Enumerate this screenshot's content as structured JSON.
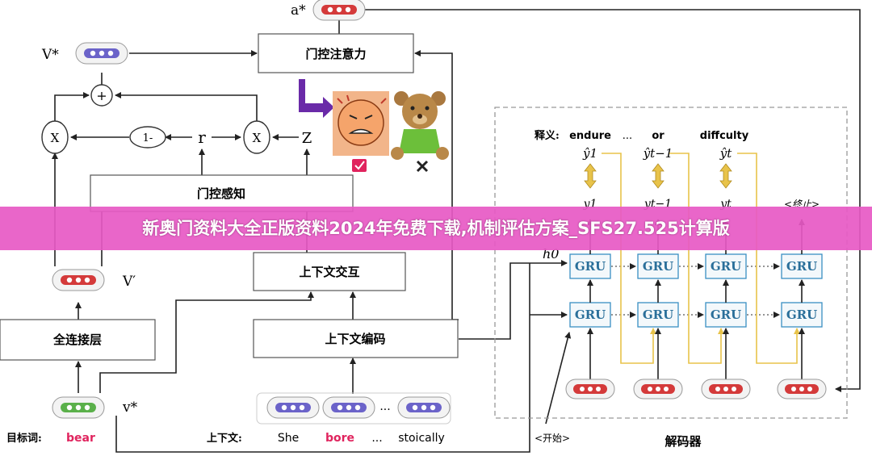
{
  "banner": "新奥门资料大全正版资料2024年免费下载,机制评估方案_SFS27.525计算版",
  "labels": {
    "a_star": "a*",
    "v_star_top": "V*",
    "v_prime": "V′",
    "v_star_bottom": "v*",
    "r": "r",
    "z": "Z",
    "one_minus": "1-",
    "x": "X",
    "plus": "+",
    "h0": "h0"
  },
  "boxes": {
    "gated_attention": "门控注意力",
    "gated_perception": "门控感知",
    "context_interaction": "上下文交互",
    "context_encoding": "上下文编码",
    "fully_connected": "全连接层"
  },
  "bottom": {
    "target_label": "目标词:",
    "target_word": "bear",
    "context_label": "上下文:",
    "words": [
      "She",
      "bore",
      "...",
      "stoically"
    ]
  },
  "decoder": {
    "gloss_label": "释义:",
    "gloss_words": [
      "endure",
      "...",
      "or",
      "diffculty"
    ],
    "y_hat": [
      "ŷ1",
      "ŷt−1",
      "ŷt"
    ],
    "y": [
      "y1",
      "yt−1",
      "yt",
      "<终止>"
    ],
    "gru": "GRU",
    "start": "<开始>",
    "title": "解码器"
  },
  "icons": [
    "angry-face-icon",
    "teddy-bear-icon",
    "check-icon",
    "cross-icon"
  ],
  "colors": {
    "banner": "#e759c4",
    "embed_red": "#d43a3a",
    "embed_purple": "#6b63c9",
    "embed_green": "#5ab04a",
    "gru_border": "#3a8fc2",
    "decoder_link": "#e8c34a",
    "bore_highlight": "#e0245e"
  }
}
